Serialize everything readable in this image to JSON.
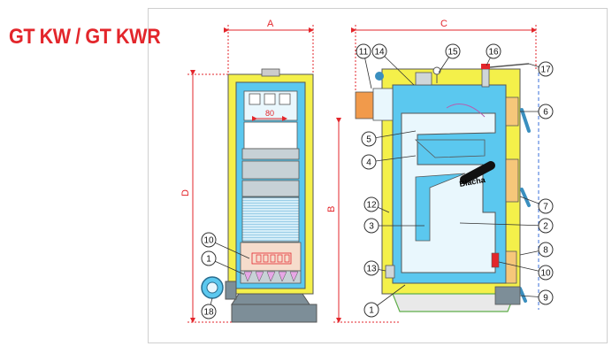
{
  "title": "GT KW / GT KWR",
  "dimensions": {
    "a": "A",
    "b": "B",
    "c": "C",
    "d": "D"
  },
  "grate_width": "80",
  "blacha": "Blacha",
  "callouts": {
    "front": [
      "10",
      "1",
      "18"
    ],
    "side": [
      "11",
      "14",
      "15",
      "16",
      "17",
      "6",
      "5",
      "4",
      "12",
      "3",
      "2",
      "7",
      "8",
      "10",
      "13",
      "1",
      "9"
    ]
  },
  "colors": {
    "accent_red": "#e3262b",
    "insulation_yellow": "#f4f04a",
    "water_blue": "#5bc8ef",
    "steel_gray": "#7d8e98",
    "door_orange": "#f6c77a"
  }
}
